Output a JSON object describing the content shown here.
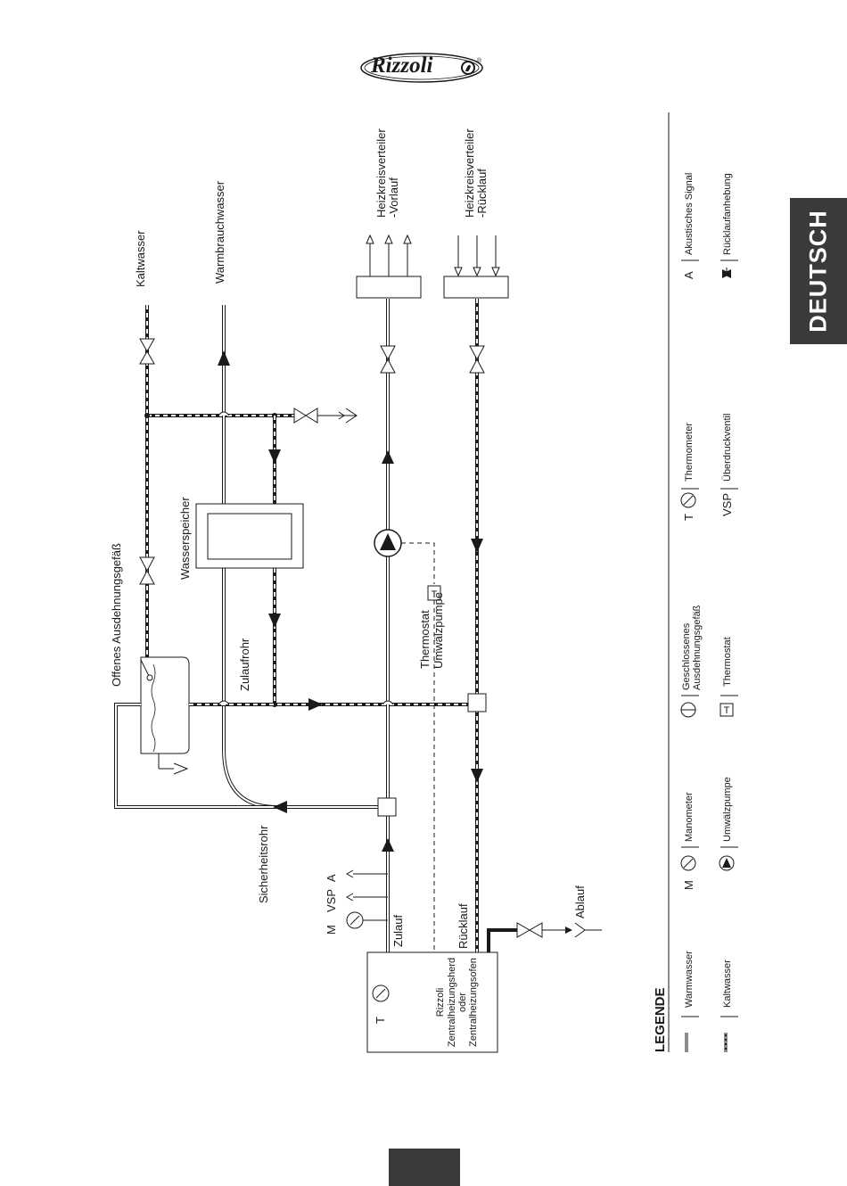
{
  "logo": {
    "text": "Rizzoli",
    "mark": "®"
  },
  "side_tab": {
    "label": "DEUTSCH"
  },
  "diagram": {
    "labels": {
      "kaltwasser": "Kaltwasser",
      "warmbrauchwasser": "Warmbrauchwasser",
      "vorlauf_1": "Heizkreisverteiler",
      "vorlauf_2": "-Vorlauf",
      "ruecklauf_1": "Heizkreisverteiler",
      "ruecklauf_2": "-Rücklauf",
      "ausdehnung": "Offenes Ausdehnungsgefäß",
      "wasserspeicher": "Wasserspeicher",
      "zulaufrohr": "Zulaufrohr",
      "thermostat": "Thermostat",
      "umwaelzpumpe": "Umwälzpumpe",
      "thermostat_symbol": "T",
      "sicherheitsrohr": "Sicherheitsrohr",
      "m": "M",
      "vsp": "VSP",
      "a": "A",
      "zulauf": "Zulauf",
      "ruecklauf": "Rücklauf",
      "ablauf": "Ablauf",
      "boiler_t": "T",
      "boiler_1": "Rizzoli",
      "boiler_2": "Zentralheizungsherd",
      "boiler_3": "oder",
      "boiler_4": "Zentralheizungsofen"
    }
  },
  "legend": {
    "title": "LEGENDE",
    "items": {
      "warmwasser": "Warmwasser",
      "kaltwasser": "Kaltwasser",
      "manometer_sym": "M",
      "manometer": "Manometer",
      "umwaelzpumpe": "Umwälzpumpe",
      "geschlossen_1": "Geschlossenes",
      "geschlossen_2": "Ausdehnungsgefäß",
      "thermostat_sym": "T",
      "thermostat": "Thermostat",
      "thermometer_sym": "T",
      "thermometer": "Thermometer",
      "vsp_sym": "VSP",
      "ueberdruck": "Überdruckventil",
      "akustisch_sym": "A",
      "akustisch": "Akustisches Signal",
      "ruecklaufanhebung": "Rücklaufanhebung"
    }
  }
}
